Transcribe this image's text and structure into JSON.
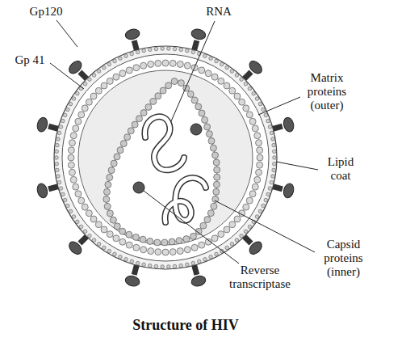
{
  "diagram": {
    "caption": "Structure of HIV",
    "labels": [
      "Gp120",
      "Gp 41",
      "RNA",
      "Matrix proteins (outer)",
      "Lipid coat",
      "Capsid proteins (inner)",
      "Reverse transcriptase"
    ]
  }
}
